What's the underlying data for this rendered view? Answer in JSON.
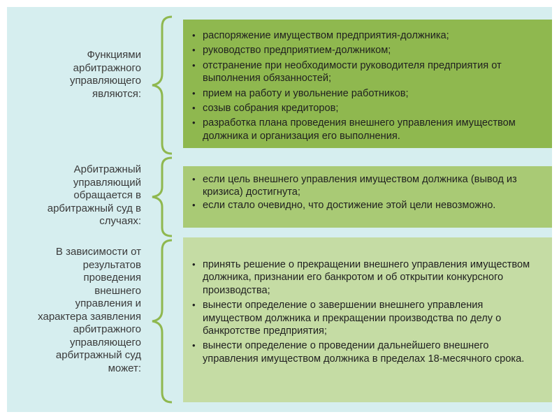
{
  "rows": [
    {
      "label": "Функциями арбитражного управляющего являются:",
      "items": [
        "распоряжение имуществом предприятия-должника;",
        "руководство предприятием-должником;",
        "отстранение при необходимости руководителя предприятия от выполнения обязанностей;",
        "прием на работу и увольнение работников;",
        "созыв собрания кредиторов;",
        "разработка плана проведения внешнего управления имуществом должника и организация его выполнения."
      ]
    },
    {
      "label": "Арбитражный управляющий обращается в арбитражный суд в случаях:",
      "items": [
        "если цель внешнего управления имуществом должника (вывод из кризиса) достигнута;",
        "если стало очевидно, что достижение этой цели невозможно."
      ]
    },
    {
      "label": "В зависимости от результатов проведения внешнего управления и характера заявления арбитражного управляющего арбитражный суд может:",
      "items": [
        "принять решение о прекращении внешнего управления имуществом должника, признании его банкротом и об открытии конкурсного производства;",
        "вынести определение о завершении внешнего управления имуществом должника и прекращении производства по делу о банкротстве предприятия;",
        "вынести определение о проведении дальнейшего внешнего управления имуществом должника в пределах 18-месячного срока."
      ]
    }
  ],
  "colors": {
    "background": "#d6eeef",
    "box1": "#8fb84f",
    "box2": "#a9ca75",
    "box3": "#c5dca4",
    "brace": "#8fb84f"
  }
}
